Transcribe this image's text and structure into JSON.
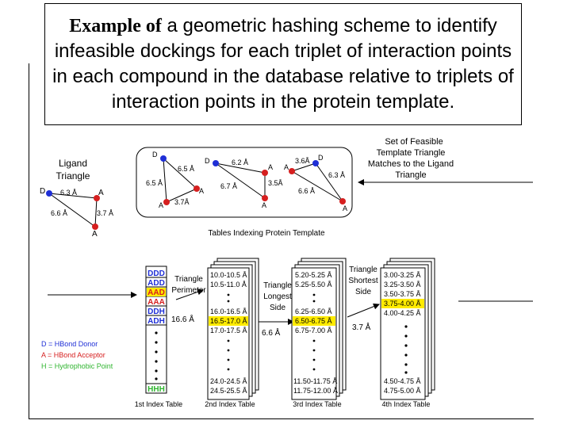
{
  "title": {
    "lead": "Example of",
    "rest": " a geometric hashing scheme to identify infeasible dockings for each triplet of interaction points in each compound in the database relative to triplets of interaction points in the protein template."
  },
  "ligand": {
    "label_line1": "Ligand",
    "label_line2": "Triangle",
    "vertex_d": "D",
    "vertex_a1": "A",
    "vertex_a2": "A",
    "edge_1": "6.3 Å",
    "edge_2": "6.6 Å",
    "edge_3": "3.7 Å"
  },
  "template": {
    "tri1": {
      "v1": "D",
      "v2": "A",
      "v3": "A",
      "e1": "6.5 Å",
      "e2": "6.5 Å",
      "e3": "3.7Å"
    },
    "tri2": {
      "v1": "D",
      "v2": "A",
      "v3": "A",
      "e1": "6.2 Å",
      "e2": "6.7 Å",
      "e3": "3.5Å"
    },
    "tri3": {
      "v1": "D",
      "v2": "A",
      "v3": "A",
      "e1": "3.6Å",
      "e2": "6.3 Å",
      "e3": "6.6 Å"
    },
    "caption": "Tables Indexing Protein Template"
  },
  "feasible": {
    "line1": "Set of Feasible",
    "line2": "Template Triangle",
    "line3": "Matches to the Ligand",
    "line4": "Triangle"
  },
  "table1": {
    "rows": [
      "DDD",
      "ADD",
      "AAD",
      "AAA",
      "DDH",
      "ADH"
    ],
    "last": "HHH",
    "caption": "1st Index Table",
    "colors": {
      "donor": "#1f2fd6",
      "acceptor": "#d61f1f",
      "hydrophobic": "#2fb52f",
      "highlight": "#ffeb00"
    }
  },
  "legend": {
    "donor": "D = HBond Donor",
    "acceptor": "A = HBond Acceptor",
    "hydrophobic": "H = Hydrophobic Point"
  },
  "perimeter": {
    "line1": "Triangle",
    "line2": "Perimeter",
    "value": "16.6 Å"
  },
  "table2": {
    "rows": [
      "10.0-10.5 Å",
      "10.5-11.0 Å",
      "16.0-16.5 Å",
      "16.5-17.0 Å",
      "17.0-17.5 Å",
      "24.0-24.5 Å",
      "24.5-25.5 Å"
    ],
    "highlight_index": 3,
    "caption": "2nd Index Table"
  },
  "longest": {
    "line1": "Triangle",
    "line2": "Longest",
    "line3": "Side",
    "value": "6.6 Å"
  },
  "table3": {
    "rows": [
      "5.20-5.25 Å",
      "5.25-5.50 Å",
      "6.25-6.50 Å",
      "6.50-6.75 Å",
      "6.75-7.00 Å",
      "11.50-11.75 Å",
      "11.75-12.00 Å"
    ],
    "highlight_index": 3,
    "caption": "3rd Index Table"
  },
  "shortest": {
    "line1": "Triangle",
    "line2": "Shortest",
    "line3": "Side",
    "value": "3.7 Å"
  },
  "table4": {
    "rows": [
      "3.00-3.25 Å",
      "3.25-3.50 Å",
      "3.50-3.75 Å",
      "3.75-4.00 Å",
      "4.00-4.25 Å",
      "4.50-4.75 Å",
      "4.75-5.00 Å"
    ],
    "highlight_index": 3,
    "caption": "4th Index Table"
  }
}
